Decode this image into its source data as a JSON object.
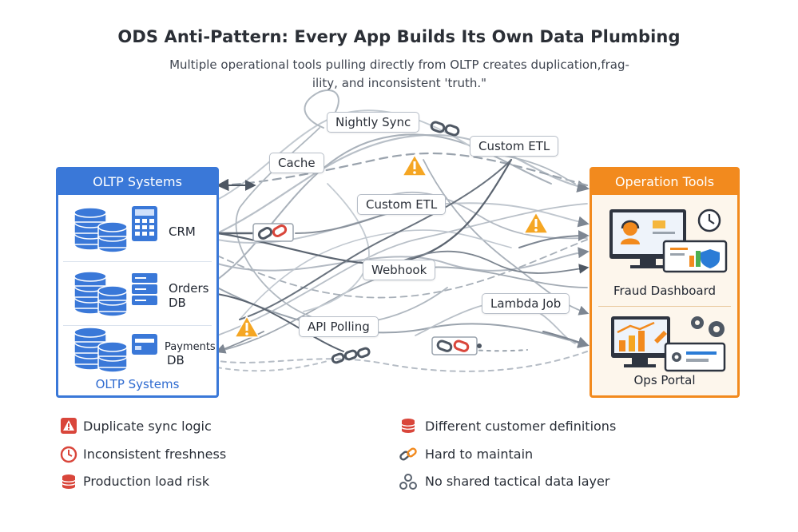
{
  "header": {
    "title": "ODS Anti-Pattern: Every App Builds Its Own Data Plumbing",
    "subtitle_line1": "Multiple operational tools pulling directly from OLTP creates duplication,frag-",
    "subtitle_line2": "ility, and inconsistent 'truth.\""
  },
  "oltp": {
    "title": "OLTP Systems",
    "footer": "OLTP Systems",
    "systems": [
      "CRM",
      "Orders",
      "DB",
      "Payments",
      "DB"
    ]
  },
  "operation_tools": {
    "title": "Operation Tools",
    "tools": [
      "Fraud Dashboard",
      "Ops Portal"
    ]
  },
  "connections": {
    "nightly_sync": "Nightly Sync",
    "custom_etl_top": "Custom ETL",
    "cache": "Cache",
    "custom_etl_mid": "Custom ETL",
    "webhook": "Webhook",
    "lambda_job": "Lambda Job",
    "api_polling": "API Polling"
  },
  "legend": {
    "left": [
      "Duplicate sync logic",
      "Inconsistent freshness",
      "Production load risk"
    ],
    "right": [
      "Different customer definitions",
      "Hard to maintain",
      "No shared tactical data layer"
    ]
  },
  "colors": {
    "oltp_blue": "#3a78d8",
    "ops_orange": "#f28a1e",
    "warning_orange": "#f5a623",
    "risk_red": "#d9463b",
    "wire_gray": "#9aa3ad",
    "wire_dark": "#5b6470"
  },
  "icons": {
    "warning": "warning-triangle-icon",
    "chain": "broken-link-icon",
    "clock": "clock-icon",
    "database": "database-icon",
    "network": "network-icon"
  }
}
